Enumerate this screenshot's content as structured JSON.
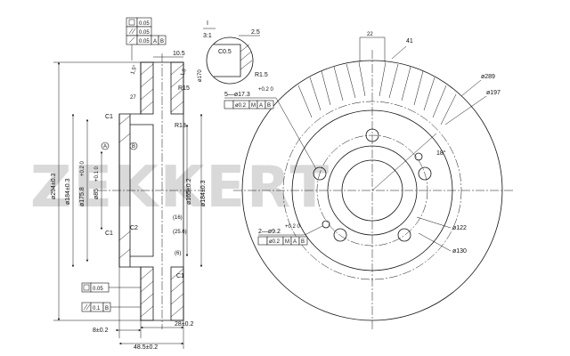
{
  "watermark": "ZEKKERT",
  "section_view": {
    "tolerance_frame": {
      "flatness": "0.05",
      "parallelism": "0.05",
      "runout": "0.05",
      "datum_a": "A",
      "datum_b": "B"
    },
    "dim_10_5": "10.5",
    "angle_1_5": "1,5°",
    "angle_1_6": "1,6",
    "radius_r15": "R15",
    "radius_r13": "R13",
    "dim_27": "27",
    "chamfer_c1_top": "C1",
    "chamfer_c1_bottom": "C1",
    "chamfer_c2": "C2",
    "chamfer_c1_low": "C1",
    "datum_a_marker": "A",
    "datum_b_marker": "B",
    "dia_294": "ø294±0.3",
    "dia_184": "ø184±0.3",
    "dia_175": "ø175.8",
    "dia_175_tol": "+0.2\n0",
    "dia_85": "ø85",
    "dia_85_tol": "+0.1\n0",
    "dia_165": "ø165±0.2",
    "dia_184_right": "ø184±0.3",
    "ref_16": "(16)",
    "ref_25_6": "(25.6)",
    "ref_6": "(6)",
    "flat_005": "0.05",
    "par_01": "0.1",
    "par_datum": "B",
    "dim_8": "8±0.2",
    "dim_28": "28±0.2",
    "dim_48_5": "48.5±0.2"
  },
  "detail_view": {
    "label_i": "I",
    "scale": "3:1",
    "dim_2_5": "2.5",
    "chamfer_c0_5": "C0.5",
    "radius_r1_5": "R1.5",
    "note_170": "ø170"
  },
  "front_view": {
    "dim_22": "22",
    "dim_41": "41",
    "dia_289": "ø289",
    "dia_197": "ø197",
    "holes_5": "5—ø17.3",
    "holes_5_tol": "+0.2\n0",
    "pos_tol_5": "ø0.2",
    "pos_mod_5": "M",
    "pos_da_5": "A",
    "pos_db_5": "B",
    "angle_18": "18°",
    "holes_2": "2—ø9.2",
    "holes_2_tol": "+0.2\n0",
    "pos_tol_2": "ø0.2",
    "pos_mod_2": "M",
    "pos_da_2": "A",
    "pos_db_2": "B",
    "dia_122": "ø122",
    "dia_130": "ø130"
  }
}
